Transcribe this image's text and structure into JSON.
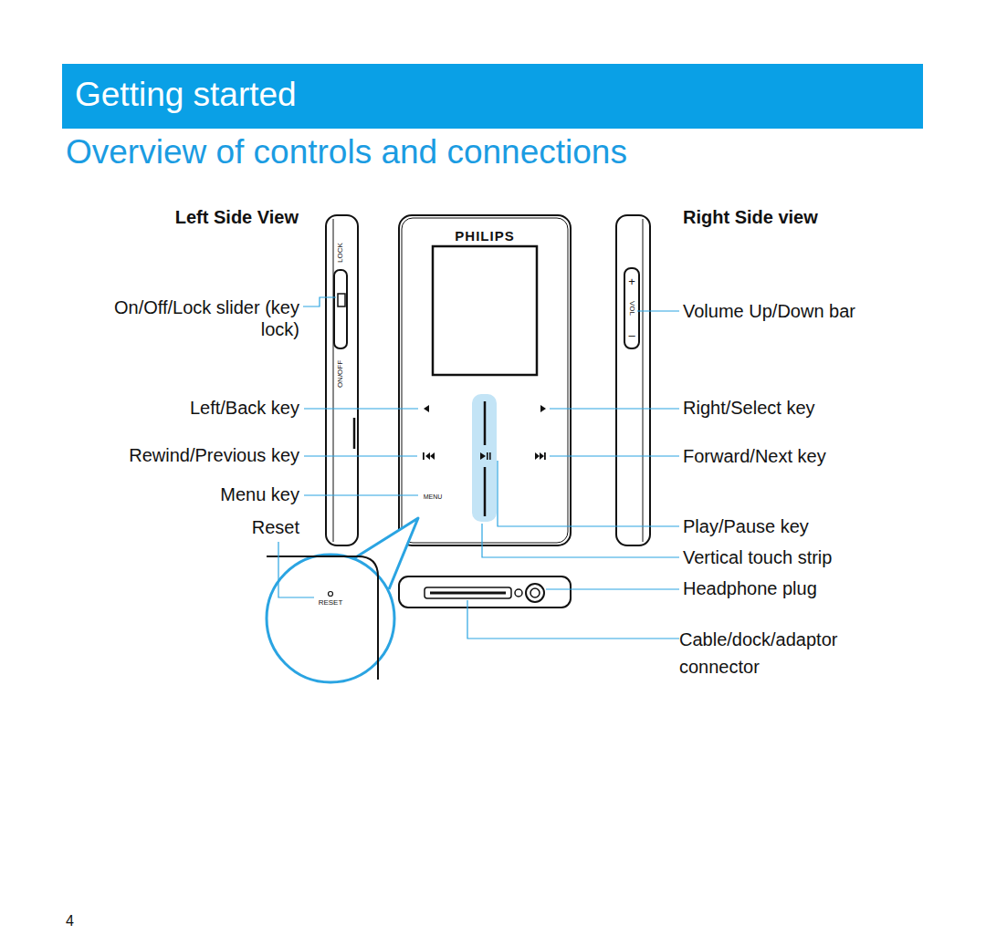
{
  "diagram": {
    "title": "Overview of controls and connections",
    "nodes": [
      {
        "text": [
          "Getting started"
        ]
      }
    ],
    "labels": [
      "Left Side View",
      "Right Side view",
      "On/Off/Lock slider (key lock)",
      "Left/Back key",
      "Rewind/Previous key",
      "Menu key",
      "Reset",
      "Volume Up/Down bar",
      "Right/Select key",
      "Forward/Next key",
      "Play/Pause key",
      "Vertical touch strip",
      "Headphone plug",
      "Cable/dock/adaptor connector",
      "PHILIPS",
      "MENU",
      "LOCK",
      "ON/OFF",
      "VOL",
      "+",
      "–",
      "RESET",
      "4"
    ]
  }
}
